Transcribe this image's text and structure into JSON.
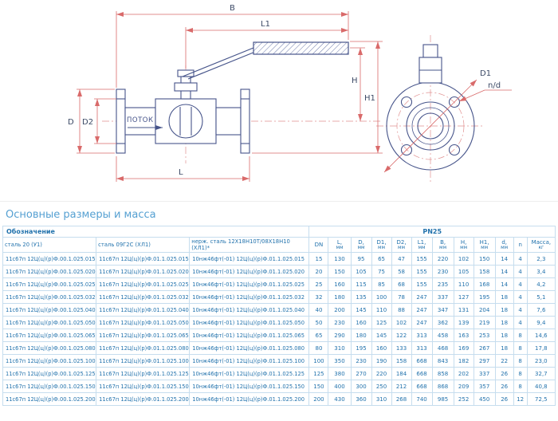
{
  "colors": {
    "accent_blue": "#2373ad",
    "dimension_red": "#d96a6a",
    "drawing_navy": "#46548a",
    "title_blue": "#55a0d2"
  },
  "drawing": {
    "labels": {
      "B": "B",
      "L1": "L1",
      "H": "H",
      "H1": "H1",
      "D": "D",
      "D2": "D2",
      "L": "L",
      "D1": "D1",
      "nd": "n/d",
      "flow": "ПОТОК"
    }
  },
  "section_title": "Основные размеры и масса",
  "table": {
    "group_headers": {
      "designation": "Обозначение",
      "pn": "PN25"
    },
    "columns": [
      {
        "label": "сталь 20 (У1)"
      },
      {
        "label": "сталь 09Г2С (ХЛ1)"
      },
      {
        "label": "нерж. сталь 12Х18Н10Т/08Х18Н10 (ХЛ1)*"
      },
      {
        "label": "DN"
      },
      {
        "label": "L,",
        "sub": "мм"
      },
      {
        "label": "D,",
        "sub": "мм"
      },
      {
        "label": "D1,",
        "sub": "мм"
      },
      {
        "label": "D2,",
        "sub": "мм"
      },
      {
        "label": "L1,",
        "sub": "мм"
      },
      {
        "label": "B,",
        "sub": "мм"
      },
      {
        "label": "H,",
        "sub": "мм"
      },
      {
        "label": "H1,",
        "sub": "мм"
      },
      {
        "label": "d,",
        "sub": "мм"
      },
      {
        "label": "n"
      },
      {
        "label": "Масса,",
        "sub": "кг"
      }
    ],
    "rows": [
      [
        "11с67п 12Ц(ц)(р)Ф.00.1.025.015",
        "11с67п 12Ц(ц)(р)Ф.01.1.025.015",
        "10нж46фт(-01) 12Ц(ц)(р)Ф.01.1.025.015",
        "15",
        "130",
        "95",
        "65",
        "47",
        "155",
        "220",
        "102",
        "150",
        "14",
        "4",
        "2,3"
      ],
      [
        "11с67п 12Ц(ц)(р)Ф.00.1.025.020",
        "11с67п 12Ц(ц)(р)Ф.01.1.025.020",
        "10нж46фт(-01) 12Ц(ц)(р)Ф.01.1.025.020",
        "20",
        "150",
        "105",
        "75",
        "58",
        "155",
        "230",
        "105",
        "158",
        "14",
        "4",
        "3,4"
      ],
      [
        "11с67п 12Ц(ц)(р)Ф.00.1.025.025",
        "11с67п 12Ц(ц)(р)Ф.01.1.025.025",
        "10нж46фт(-01) 12Ц(ц)(р)Ф.01.1.025.025",
        "25",
        "160",
        "115",
        "85",
        "68",
        "155",
        "235",
        "110",
        "168",
        "14",
        "4",
        "4,2"
      ],
      [
        "11с67п 12Ц(ц)(р)Ф.00.1.025.032",
        "11с67п 12Ц(ц)(р)Ф.01.1.025.032",
        "10нж46фт(-01) 12Ц(ц)(р)Ф.01.1.025.032",
        "32",
        "180",
        "135",
        "100",
        "78",
        "247",
        "337",
        "127",
        "195",
        "18",
        "4",
        "5,1"
      ],
      [
        "11с67п 12Ц(ц)(р)Ф.00.1.025.040",
        "11с67п 12Ц(ц)(р)Ф.01.1.025.040",
        "10нж46фт(-01) 12Ц(ц)(р)Ф.01.1.025.040",
        "40",
        "200",
        "145",
        "110",
        "88",
        "247",
        "347",
        "131",
        "204",
        "18",
        "4",
        "7,6"
      ],
      [
        "11с67п 12Ц(ц)(р)Ф.00.1.025.050",
        "11с67п 12Ц(ц)(р)Ф.01.1.025.050",
        "10нж46фт(-01) 12Ц(ц)(р)Ф.01.1.025.050",
        "50",
        "230",
        "160",
        "125",
        "102",
        "247",
        "362",
        "139",
        "219",
        "18",
        "4",
        "9,4"
      ],
      [
        "11с67п 12Ц(ц)(р)Ф.00.1.025.065",
        "11с67п 12Ц(ц)(р)Ф.01.1.025.065",
        "10нж46фт(-01) 12Ц(ц)(р)Ф.01.1.025.065",
        "65",
        "290",
        "180",
        "145",
        "122",
        "313",
        "458",
        "163",
        "253",
        "18",
        "8",
        "14,6"
      ],
      [
        "11с67п 12Ц(ц)(р)Ф.00.1.025.080",
        "11с67п 12Ц(ц)(р)Ф.01.1.025.080",
        "10нж46фт(-01) 12Ц(ц)(р)Ф.01.1.025.080",
        "80",
        "310",
        "195",
        "160",
        "133",
        "313",
        "468",
        "169",
        "267",
        "18",
        "8",
        "17,8"
      ],
      [
        "11с67п 12Ц(ц)(р)Ф.00.1.025.100",
        "11с67п 12Ц(ц)(р)Ф.01.1.025.100",
        "10нж46фт(-01) 12Ц(ц)(р)Ф.01.1.025.100",
        "100",
        "350",
        "230",
        "190",
        "158",
        "668",
        "843",
        "182",
        "297",
        "22",
        "8",
        "23,0"
      ],
      [
        "11с67п 12Ц(ц)(р)Ф.00.1.025.125",
        "11с67п 12Ц(ц)(р)Ф.01.1.025.125",
        "10нж46фт(-01) 12Ц(ц)(р)Ф.01.1.025.125",
        "125",
        "380",
        "270",
        "220",
        "184",
        "668",
        "858",
        "202",
        "337",
        "26",
        "8",
        "32,7"
      ],
      [
        "11с67п 12Ц(ц)(р)Ф.00.1.025.150",
        "11с67п 12Ц(ц)(р)Ф.01.1.025.150",
        "10нж46фт(-01) 12Ц(ц)(р)Ф.01.1.025.150",
        "150",
        "400",
        "300",
        "250",
        "212",
        "668",
        "868",
        "209",
        "357",
        "26",
        "8",
        "40,8"
      ],
      [
        "11с67п 12Ц(ц)(р)Ф.00.1.025.200",
        "11с67п 12Ц(ц)(р)Ф.01.1.025.200",
        "10нж46фт(-01) 12Ц(ц)(р)Ф.01.1.025.200",
        "200",
        "430",
        "360",
        "310",
        "268",
        "740",
        "985",
        "252",
        "450",
        "26",
        "12",
        "72,5"
      ]
    ]
  }
}
